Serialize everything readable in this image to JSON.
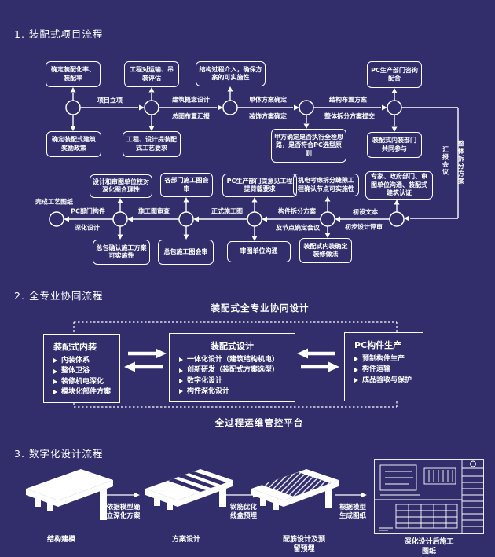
{
  "colors": {
    "background": "#312E6B",
    "line": "#FFFFFF",
    "text": "#FFFFFF"
  },
  "section1": {
    "title": "1. 装配式项目流程",
    "top_boxes": [
      "确定装配化率、装配率",
      "工程对运输、吊装评估",
      "结构过程介入，确保方案的可实施性",
      "PC生产部门咨询配合"
    ],
    "mid_boxes": [
      "确定装配式建筑奖励政策",
      "工程、设计提装配式工艺要求",
      "甲方确定是否执行全栓思路，是否符合PC选型原则",
      "装配式内装部门共同参与"
    ],
    "flow_labels": {
      "l1": "项目立项",
      "l2a": "建筑概念设计",
      "l2b": "总图布置汇报",
      "l3a": "单体方案确定",
      "l3b": "装饰方案确定",
      "l4a": "结构布置方案",
      "l4b": "整体拆分方案提交",
      "side_a": "汇报会议",
      "side_b": "整体拆分方案",
      "r1a": "初设文本",
      "r1b": "初步设计评审",
      "r2a": "构件拆分方案",
      "r2b": "及节点确定会议",
      "r3": "正式施工图",
      "r4": "施工图审查",
      "r5a": "PC部门构件",
      "r5b": "深化设计",
      "end": "完成工艺图纸"
    },
    "bottom_top_boxes": [
      "设计和审图单位校对深化图合理性",
      "各部门施工图会审",
      "PC生产部门提意见工程提荷载要求",
      "机电考虑拆分缝隙工程确认节点可实施性",
      "专家、政府部门、审图单位沟通、装配式建筑认证"
    ],
    "bottom_bottom_boxes": [
      "总包确认施工方案可实施性",
      "总包施工图会审",
      "审图单位沟通",
      "装配式内装确定装修做法"
    ]
  },
  "section2": {
    "title": "2. 全专业协同流程",
    "top_label": "装配式全专业协同设计",
    "bottom_label": "全过程运维管控平台",
    "boxes": [
      {
        "title": "装配式内装",
        "items": [
          "内装体系",
          "整体卫浴",
          "装修机电深化",
          "模块化部件方案"
        ]
      },
      {
        "title": "装配式设计",
        "items": [
          "一体化设计（建筑结构机电）",
          "创新研发（装配式方案选型）",
          "数字化设计",
          "构件深化设计"
        ]
      },
      {
        "title": "PC构件生产",
        "items": [
          "预制构件生产",
          "构件运输",
          "成品验收与保护"
        ]
      }
    ]
  },
  "section3": {
    "title": "3. 数字化设计流程",
    "captions": [
      "结构建模",
      "方案设计",
      "配筋设计及预留预埋",
      "深化设计后施工图纸"
    ],
    "arrow_labels": [
      "依据模型确立深化方案",
      "钢筋优化线盒预埋",
      "根据模型生成图纸"
    ]
  }
}
